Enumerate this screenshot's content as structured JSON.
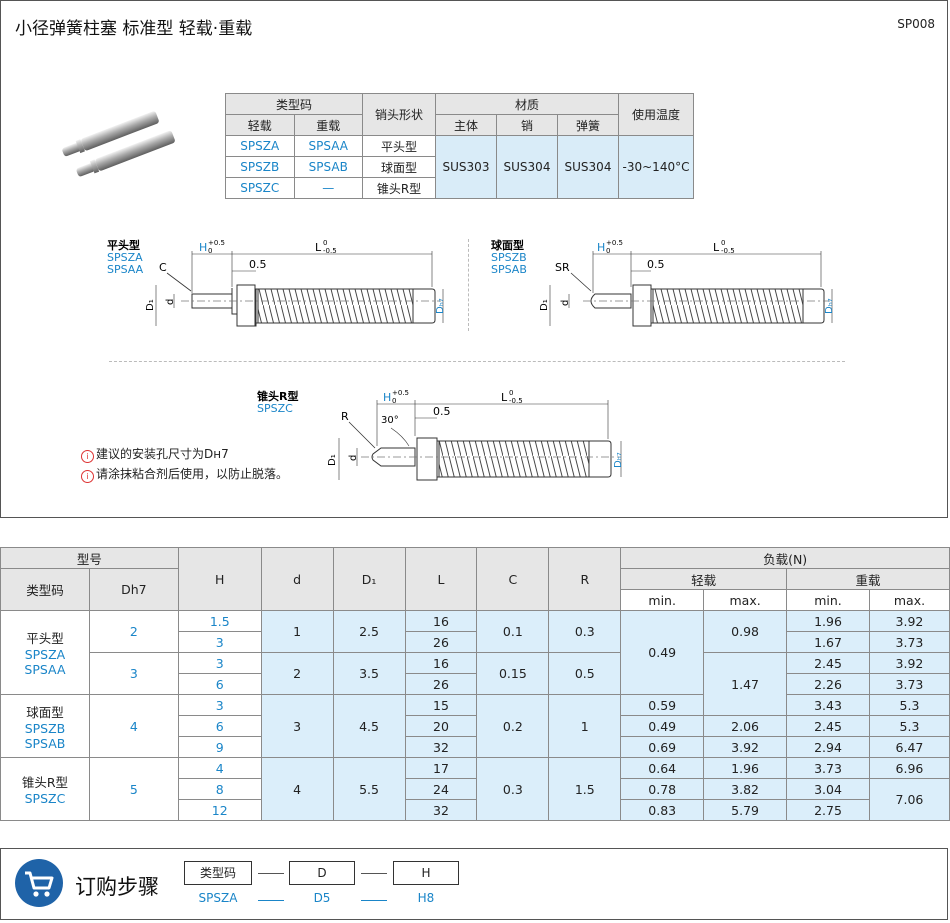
{
  "header": {
    "title": "小径弹簧柱塞  标准型  轻载·重载",
    "code": "SP008"
  },
  "spec_table": {
    "h_type_code": "类型码",
    "h_light": "轻载",
    "h_heavy": "重载",
    "h_pin_shape": "销头形状",
    "h_material": "材质",
    "h_body": "主体",
    "h_pin": "销",
    "h_spring": "弹簧",
    "h_temp": "使用温度",
    "rows": [
      {
        "light": "SPSZA",
        "heavy": "SPSAA",
        "shape": "平头型"
      },
      {
        "light": "SPSZB",
        "heavy": "SPSAB",
        "shape": "球面型"
      },
      {
        "light": "SPSZC",
        "heavy": "—",
        "shape": "锥头R型"
      }
    ],
    "body_mat": "SUS303",
    "pin_mat": "SUS304",
    "spring_mat": "SUS304",
    "temp": "-30~140°C"
  },
  "drawings": {
    "flat": {
      "name": "平头型",
      "codes": [
        "SPSZA",
        "SPSAA"
      ],
      "chamfer": "C"
    },
    "sphere": {
      "name": "球面型",
      "codes": [
        "SPSZB",
        "SPSAB"
      ],
      "radius": "SR"
    },
    "cone": {
      "name": "锥头R型",
      "codes": [
        "SPSZC"
      ],
      "radius": "R",
      "angle": "30°"
    },
    "dim_H": "H",
    "dim_H_tol_up": "+0.5",
    "dim_H_tol_dn": "0",
    "dim_L": "L",
    "dim_L_tol_up": "0",
    "dim_L_tol_dn": "-0.5",
    "dim_05": "0.5",
    "dim_D1": "D₁",
    "dim_d": "d",
    "dim_Dh7": "Dₕ₇"
  },
  "notes": [
    "建议的安装孔尺寸为Dн7",
    "请涂抹粘合剂后使用，以防止脱落。"
  ],
  "main_table": {
    "h_model": "型号",
    "h_type_code": "类型码",
    "h_dh7": "Dh7",
    "h_H": "H",
    "h_d": "d",
    "h_D1": "D₁",
    "h_L": "L",
    "h_C": "C",
    "h_R": "R",
    "h_load": "负载(N)",
    "h_light": "轻载",
    "h_heavy": "重载",
    "h_min": "min.",
    "h_max": "max.",
    "groups": {
      "flat": {
        "name": "平头型",
        "c1": "SPSZA",
        "c2": "SPSAA"
      },
      "sphere": {
        "name": "球面型",
        "c1": "SPSZB",
        "c2": "SPSAB"
      },
      "cone": {
        "name": "锥头R型",
        "c1": "SPSZC"
      }
    },
    "dh7": [
      "2",
      "3",
      "4",
      "5"
    ],
    "H": [
      "1.5",
      "3",
      "3",
      "6",
      "3",
      "6",
      "9",
      "4",
      "8",
      "12"
    ],
    "d": [
      "1",
      "2",
      "3",
      "4"
    ],
    "D1": [
      "2.5",
      "3.5",
      "4.5",
      "5.5"
    ],
    "L": [
      "16",
      "26",
      "16",
      "26",
      "15",
      "20",
      "32",
      "17",
      "24",
      "32"
    ],
    "C": [
      "0.1",
      "0.15",
      "0.2",
      "0.3"
    ],
    "R": [
      "0.3",
      "0.5",
      "1",
      "1.5"
    ],
    "light_min_merged": "0.49",
    "light_min": [
      "0.59",
      "0.49",
      "0.69",
      "0.64",
      "0.78",
      "0.83"
    ],
    "light_max_a": "0.98",
    "light_max_b": "1.47",
    "light_max": [
      "2.06",
      "3.92",
      "1.96",
      "3.82",
      "5.79"
    ],
    "heavy_min": [
      "1.96",
      "1.67",
      "2.45",
      "2.26",
      "3.43",
      "2.45",
      "2.94",
      "3.73",
      "3.04",
      "2.75"
    ],
    "heavy_max": [
      "3.92",
      "3.73",
      "3.92",
      "3.73",
      "5.3",
      "5.3",
      "6.47",
      "6.96",
      "7.06"
    ]
  },
  "order": {
    "title": "订购步骤",
    "boxes": [
      "类型码",
      "D",
      "H"
    ],
    "values": [
      "SPSZA",
      "D5",
      "H8"
    ]
  }
}
